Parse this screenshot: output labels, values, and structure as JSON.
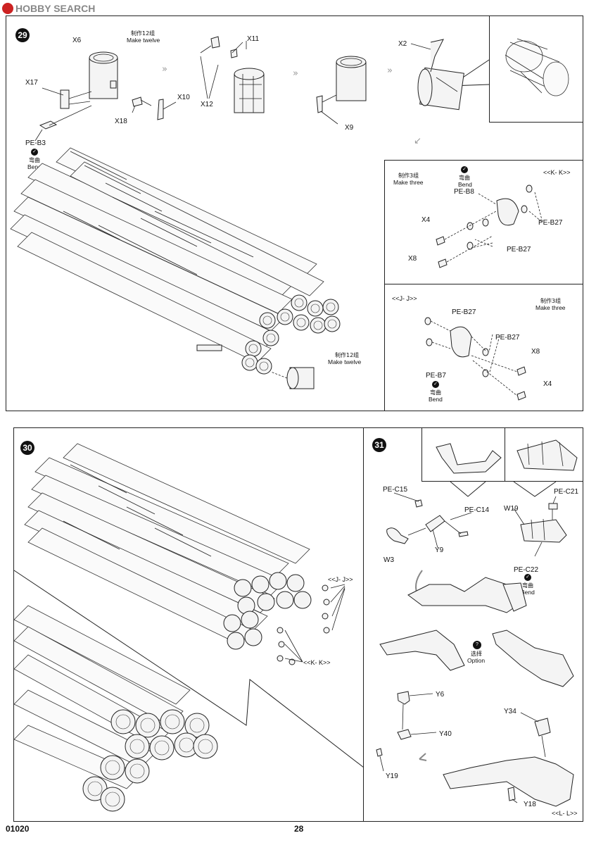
{
  "watermark": {
    "brand": "HOBBY SEARCH"
  },
  "footer": {
    "code": "01020",
    "page": "28"
  },
  "step29": {
    "number": "29",
    "make_twelve_cn": "制作12组",
    "make_twelve_en": "Make twelve",
    "labels": [
      "X6",
      "X17",
      "X18",
      "X10",
      "X11",
      "X12",
      "X9",
      "X2",
      "PE-B3"
    ],
    "bend_cn": "弯曲",
    "bend_en": "Bend",
    "bottom_make_cn": "制作12组",
    "bottom_make_en": "Make twelve",
    "sub_k": {
      "make_cn": "制作3组",
      "make_en": "Make three",
      "title": "<<K- K>>",
      "bend_cn": "弯曲",
      "bend_en": "Bend",
      "labels": {
        "peb8": "PE-B8",
        "x4": "X4",
        "peb27a": "PE-B27",
        "x8": "X8",
        "peb27b": "PE-B27"
      }
    },
    "sub_j": {
      "title": "<<J- J>>",
      "make_cn": "制作3组",
      "make_en": "Make three",
      "labels": {
        "peb27a": "PE-B27",
        "peb27b": "PE-B27",
        "x8": "X8",
        "peb7": "PE-B7",
        "x4": "X4"
      },
      "bend_cn": "弯曲",
      "bend_en": "Bend"
    }
  },
  "step30": {
    "number": "30",
    "label_j": "<<J- J>>",
    "label_k": "<<K- K>>"
  },
  "step31": {
    "number": "31",
    "labels": {
      "pec15": "PE-C15",
      "pec14": "PE-C14",
      "w3": "W3",
      "y9": "Y9",
      "w19": "W19",
      "pec21": "PE-C21",
      "pec22": "PE-C22",
      "y6": "Y6",
      "y40": "Y40",
      "y19": "Y19",
      "y34": "Y34",
      "y18": "Y18"
    },
    "bend_cn": "弯曲",
    "bend_en": "Bend",
    "option_cn": "选择",
    "option_en": "Option",
    "ll": "<<L- L>>"
  }
}
